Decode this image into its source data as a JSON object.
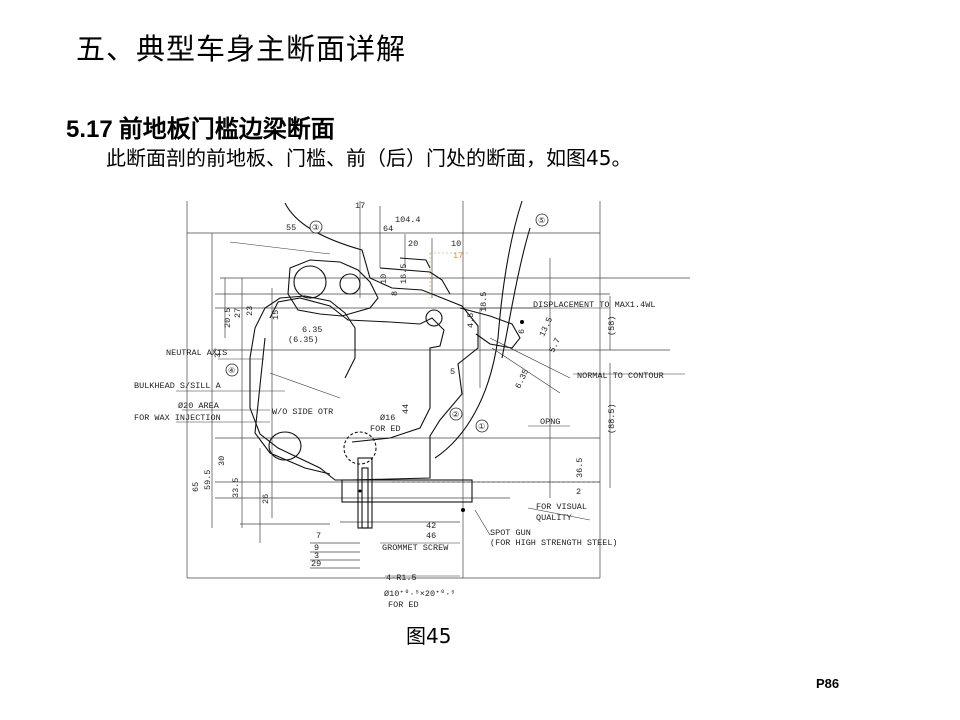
{
  "section_title": "五、典型车身主断面详解",
  "subsection": {
    "number": "5.17",
    "title": "前地板门槛边梁断面"
  },
  "description": "此断面剖的前地板、门槛、前（后）门处的断面，如图45。",
  "figure": {
    "caption": "图45",
    "labels": {
      "displacement": "DISPLACEMENT TO MAX1.4WL",
      "normal": "NORMAL TO CONTOUR",
      "neutral_axis": "NEUTRAL AXIS",
      "bulkhead": "BULKHEAD S/SILL A",
      "area": "Ø20 AREA",
      "wax": "FOR WAX INJECTION",
      "wo_side": "W/O SIDE OTR",
      "fored": "FOR ED",
      "opng": "OPNG",
      "visual1": "FOR VISUAL",
      "visual2": "QUALITY",
      "spot1": "SPOT GUN",
      "spot2": "(FOR HIGH STRENGTH STEEL)",
      "grommet": "GROMMET SCREW",
      "r15": "4-R1.5",
      "hole": "Ø10⁺⁰·⁵×20⁺⁰·⁵",
      "fored2": "FOR ED"
    },
    "dims": {
      "d17": "17",
      "d104": "104.4",
      "d55": "55",
      "d64": "64",
      "d20": "20",
      "d10": "10",
      "d17b": "17",
      "d37": "37",
      "d205": "20.5",
      "d27": "27",
      "d23": "23",
      "d635": "6.35",
      "d635b": "(6.35)",
      "d16": "Ø16",
      "d5": "5",
      "d44": "44",
      "d58": "(58)",
      "d885": "(88.5)",
      "d365": "36.5",
      "d2": "2",
      "d65": "65",
      "d595": "59.5",
      "d30": "30",
      "d335": "33.5",
      "d42": "42",
      "d46": "46",
      "d7": "7",
      "d9": "9",
      "d3": "3",
      "d29": "29",
      "d26": "26",
      "d15": "15",
      "d185": "18.5",
      "d165": "16.5",
      "d10b": "10",
      "d8": "8",
      "d45": "4.5",
      "d135": "13.5",
      "d57": "5.7",
      "d6": "6",
      "d635c": "6.35"
    },
    "callouts": [
      "①",
      "②",
      "③",
      "④",
      "⑤"
    ]
  },
  "page_number": "P86"
}
